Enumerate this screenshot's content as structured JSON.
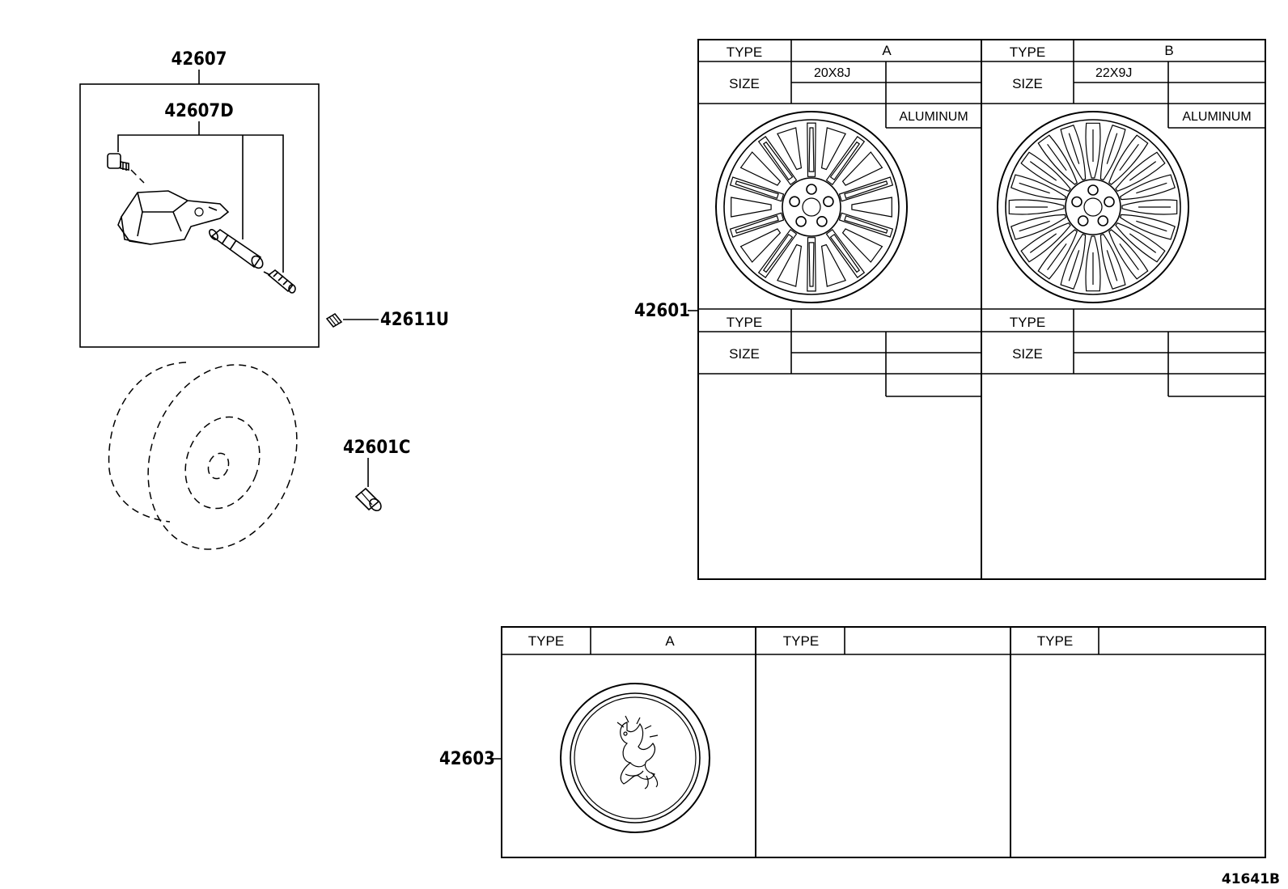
{
  "parts": {
    "p42607": "42607",
    "p42607D": "42607D",
    "p42611U": "42611U",
    "p42601C": "42601C",
    "p42601": "42601",
    "p42603": "42603"
  },
  "wheel_table": {
    "type_label": "TYPE",
    "size_label": "SIZE",
    "type_a": "A",
    "type_b": "B",
    "size_a": "20X8J",
    "size_b": "22X9J",
    "material_a": "ALUMINUM",
    "material_b": "ALUMINUM"
  },
  "cap_table": {
    "type_label": "TYPE",
    "type_a": "A"
  },
  "diagram_ref": "41641B",
  "icons": [
    "tpms-sensor-icon",
    "valve-cap-icon",
    "hub-nut-icon",
    "wheel-a-icon",
    "wheel-b-icon",
    "center-cap-icon",
    "tire-outline-icon"
  ]
}
